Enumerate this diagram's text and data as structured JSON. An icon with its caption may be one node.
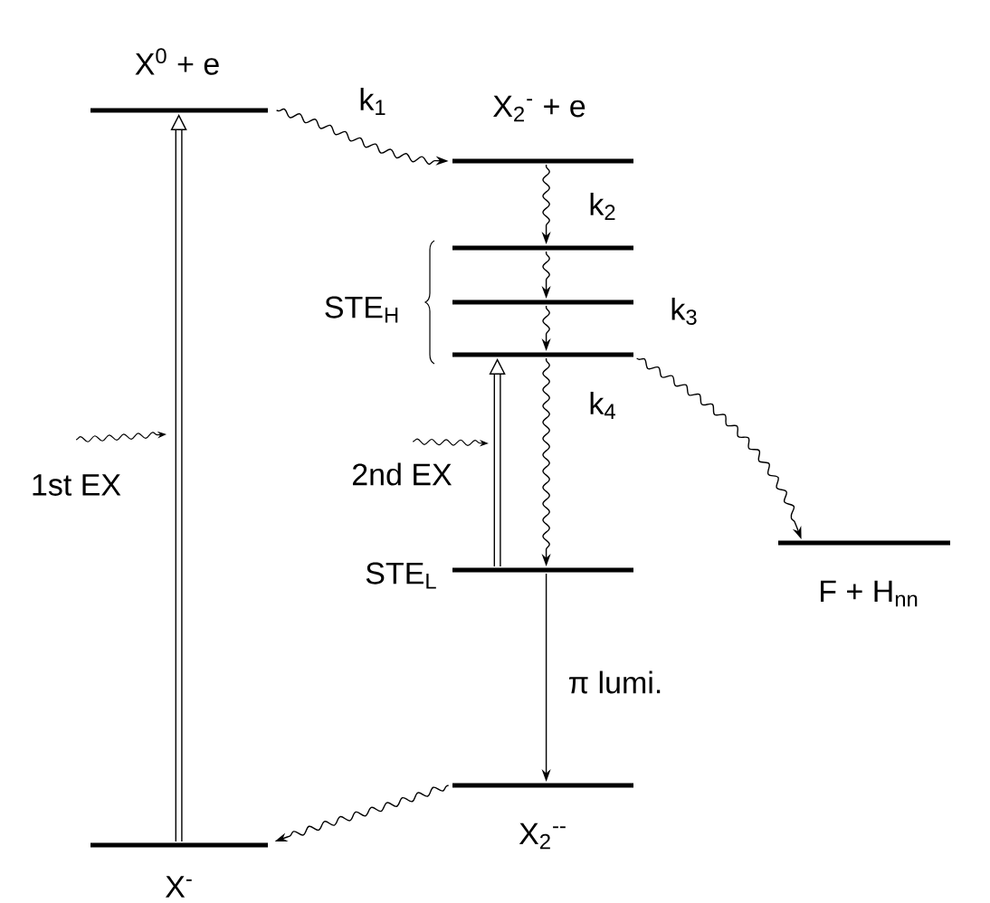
{
  "diagram": {
    "nodes": [
      {
        "text": [
          "X$^{0}$ + e"
        ]
      },
      {
        "text": [
          "X$_{2}$$^{-}$ + e"
        ]
      },
      {
        "text": [],
        "shape": "bar"
      },
      {
        "text": [],
        "shape": "bar"
      },
      {
        "text": [],
        "shape": "bar"
      },
      {
        "text": [
          "STE$_{L}$"
        ]
      },
      {
        "text": [
          "F + H$_{nn}$"
        ]
      },
      {
        "text": [
          "X$_{2}$$^{--}$"
        ]
      },
      {
        "text": [
          "X$^{-}$"
        ]
      }
    ],
    "edges": [
      {
        "from": 0,
        "to": 1,
        "arrow": "to",
        "label": "k$_{1}$"
      },
      {
        "from": 1,
        "to": 2,
        "arrow": "to",
        "label": "k$_{2}$"
      },
      {
        "from": 2,
        "to": 3,
        "arrow": "to"
      },
      {
        "from": 3,
        "to": 4,
        "arrow": "to"
      },
      {
        "from": 4,
        "to": 5,
        "arrow": "to",
        "label": "k$_{4}$"
      },
      {
        "from": 4,
        "to": 6,
        "arrow": "to"
      },
      {
        "from": 8,
        "to": 0,
        "arrow": "to",
        "style": "thick",
        "label": "1st EX"
      },
      {
        "from": 5,
        "to": 4,
        "arrow": "to",
        "style": "thick",
        "label": "2nd EX"
      },
      {
        "from": 5,
        "to": 7,
        "arrow": "to",
        "label": "π lumi."
      },
      {
        "from": 7,
        "to": 8,
        "arrow": "to"
      }
    ],
    "labels": [
      "STE$_{H}$",
      "k$_{3}$"
    ]
  }
}
